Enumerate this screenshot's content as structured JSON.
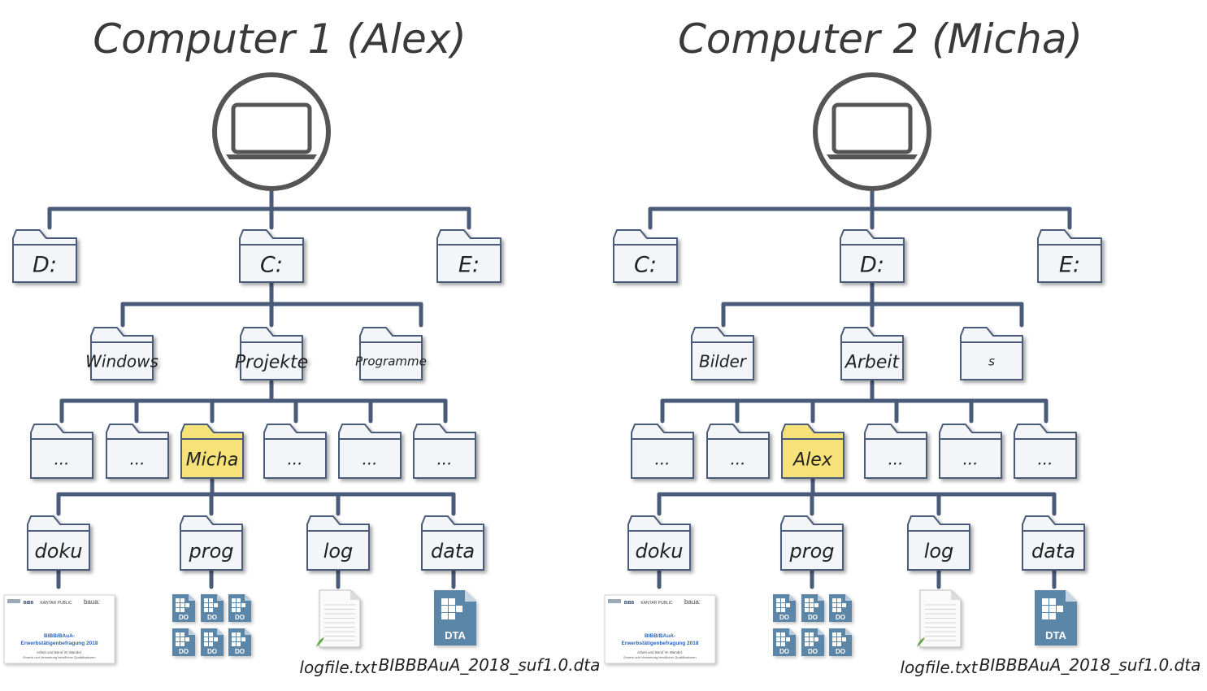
{
  "computers": [
    {
      "title": "Computer 1 (Alex)",
      "drives": [
        "D:",
        "C:",
        "E:"
      ],
      "level2": [
        "Windows",
        "Projekte",
        "Programme"
      ],
      "level3": [
        "...",
        "...",
        "Micha",
        "...",
        "...",
        "..."
      ],
      "level4": [
        "doku",
        "prog",
        "log",
        "data"
      ],
      "logfile": "logfile.txt",
      "datafile": "BIBBBAuA_2018_suf1.0.dta"
    },
    {
      "title": "Computer 2 (Micha)",
      "drives": [
        "C:",
        "D:",
        "E:"
      ],
      "level2": [
        "Bilder",
        "Arbeit",
        "s"
      ],
      "level3": [
        "...",
        "...",
        "Alex",
        "...",
        "...",
        "..."
      ],
      "level4": [
        "doku",
        "prog",
        "log",
        "data"
      ],
      "logfile": "logfile.txt",
      "datafile": "BIBBBAuA_2018_suf1.0.dta"
    }
  ],
  "do_icon_label": "DO",
  "dta_icon_label": "DTA",
  "doc_thumb": {
    "brand1": "BIBB",
    "brand2": "KANTAR PUBLIC",
    "brand3": "baua:",
    "title_line1": "BIBB/BAuA-",
    "title_line2": "Erwerbstätigenbefragung 2018",
    "sub_line1": "Arbeit und Beruf im Wandel.",
    "sub_line2": "Erwerb und Verwertung beruflicher Qualifikationen"
  },
  "colors": {
    "line": "#4a5b7a",
    "folder_fill": "#f3f5f8",
    "folder_stroke": "#4a5b7a",
    "folder_highlight": "#f7e27a",
    "icon_blue": "#5b86a8",
    "title": "#3a3a3a"
  }
}
